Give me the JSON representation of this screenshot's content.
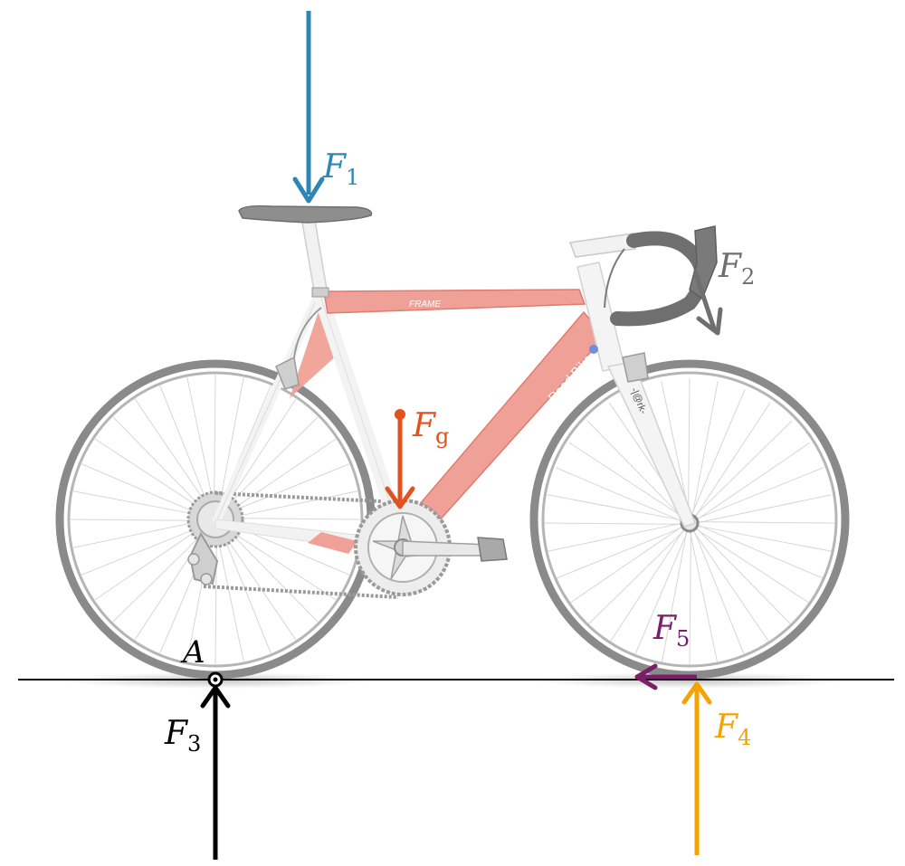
{
  "frame_text": "FRAME",
  "downtube_text": "Road Bike",
  "fork_text": "-|@rk-",
  "point_label": "A",
  "forces": [
    {
      "id": "f1",
      "main": "F",
      "sub": "1",
      "color": "#2f86b4"
    },
    {
      "id": "f2",
      "main": "F",
      "sub": "2",
      "color": "#6f6f6f"
    },
    {
      "id": "fg",
      "main": "F",
      "sub": "g",
      "color": "#e0521f"
    },
    {
      "id": "f3",
      "main": "F",
      "sub": "3",
      "color": "#000000"
    },
    {
      "id": "f4",
      "main": "F",
      "sub": "4",
      "color": "#f4a300"
    },
    {
      "id": "f5",
      "main": "F",
      "sub": "5",
      "color": "#7a1e69"
    }
  ],
  "colors": {
    "frame": "#f0a197",
    "frame_dark": "#e27a6e",
    "tire": "#8a8a8a",
    "spoke": "#d6d6d6",
    "component": "#c9c9c9",
    "ground": "#000000"
  }
}
